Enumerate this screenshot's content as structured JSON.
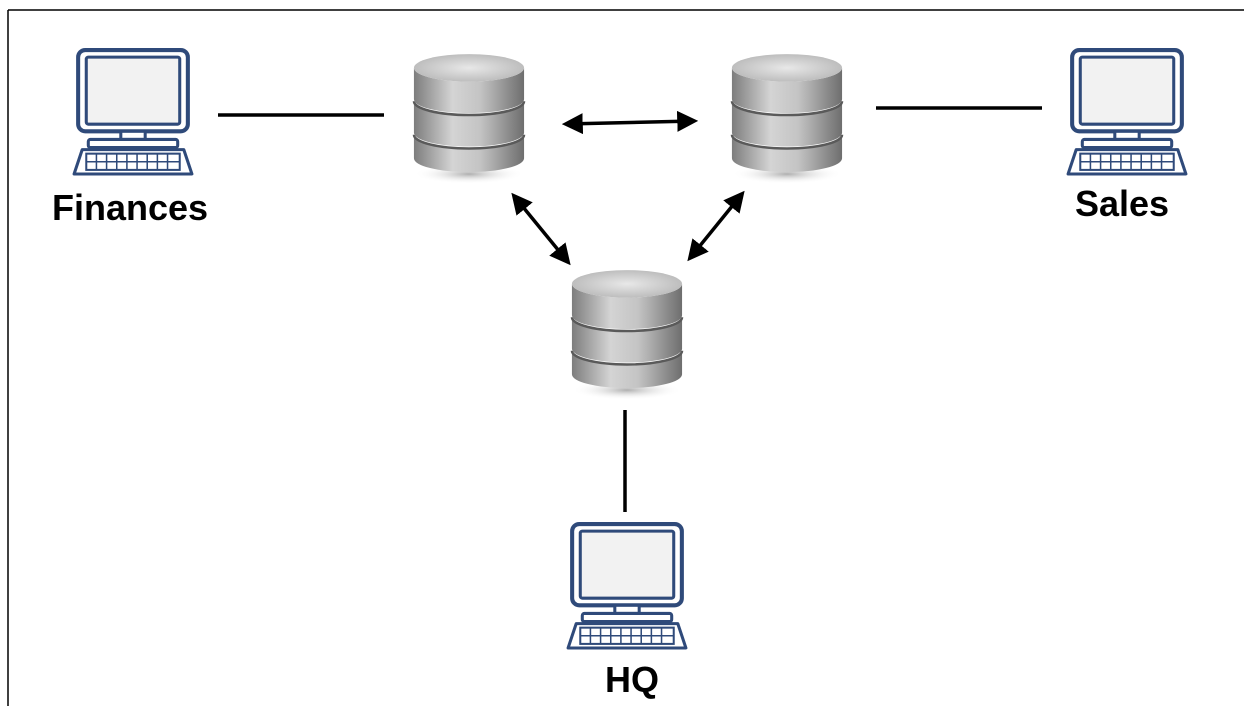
{
  "diagram": {
    "labels": {
      "finances": "Finances",
      "sales": "Sales",
      "hq": "HQ"
    },
    "icons": {
      "computer": "desktop-computer-icon",
      "database": "database-icon"
    },
    "colors": {
      "computer_outline": "#2f4a7a",
      "screen_fill": "#f2f2f2",
      "database_body": "#b8b8b8",
      "database_top": "#d9d9d9",
      "connector": "#000000",
      "frame": "#000000"
    }
  }
}
